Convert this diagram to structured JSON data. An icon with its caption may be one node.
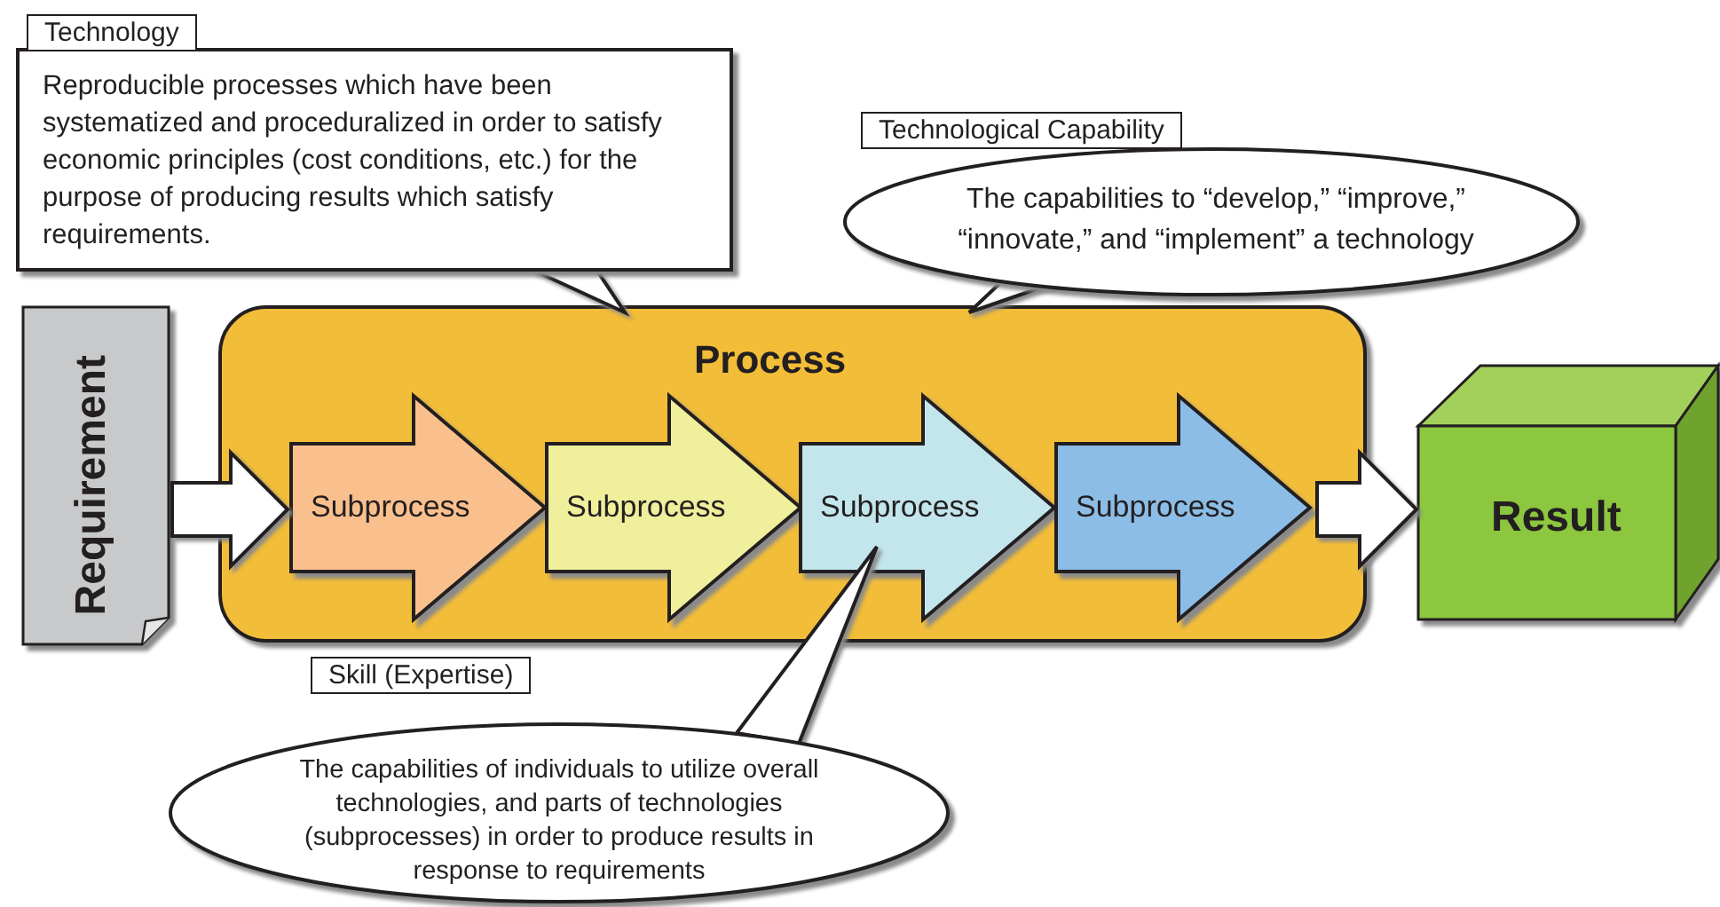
{
  "diagram": {
    "nodes": [
      {
        "text": [
          "Technology",
          "Reproducible processes which have been systematized and proceduralized in order to satisfy economic principles (cost conditions, etc.) for the purpose of producing results which satisfy requirements."
        ]
      },
      {
        "text": [
          "Technological Capability",
          "The capabilities to “develop,” “improve,” “innovate,” and “implement” a technology"
        ]
      },
      {
        "text": [
          "Requirement"
        ]
      },
      {
        "text": [
          "Process"
        ]
      },
      {
        "text": [
          "Subprocess"
        ],
        "in": 3
      },
      {
        "text": [
          "Subprocess"
        ],
        "in": 3
      },
      {
        "text": [
          "Subprocess"
        ],
        "in": 3
      },
      {
        "text": [
          "Subprocess"
        ],
        "in": 3
      },
      {
        "text": [
          "Result"
        ]
      },
      {
        "text": [
          "Skill (Expertise)",
          "The capabilities of individuals to utilize overall technologies, and parts of technologies (subprocesses) in order to produce results in response to requirements"
        ]
      }
    ],
    "edges": [
      {
        "from": 2,
        "to": 4,
        "arrow": "to"
      },
      {
        "from": 7,
        "to": 8,
        "arrow": "to"
      },
      {
        "from": 0,
        "to": 3,
        "arrow": "none"
      },
      {
        "from": 1,
        "to": 3,
        "arrow": "none"
      },
      {
        "from": 9,
        "to": 6,
        "arrow": "none"
      }
    ]
  }
}
